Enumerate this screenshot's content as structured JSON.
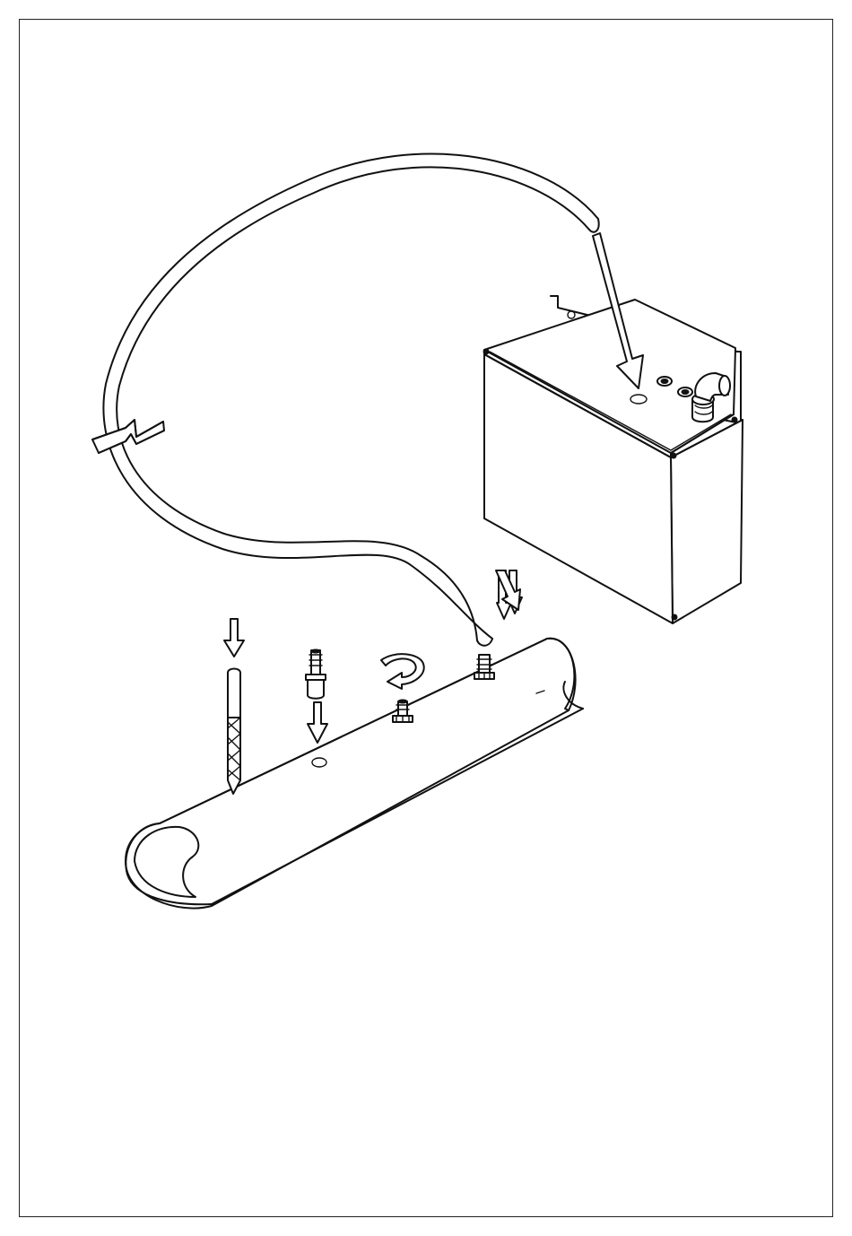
{
  "figure": {
    "kind": "installation-illustration",
    "components": [
      "condensate-pump-unit",
      "drain-hose",
      "drain-pipe",
      "drill-bit",
      "hose-barb-fitting",
      "rotation-arrow",
      "direction-arrows"
    ],
    "colors": {
      "line": "#111111",
      "background": "#ffffff"
    }
  }
}
